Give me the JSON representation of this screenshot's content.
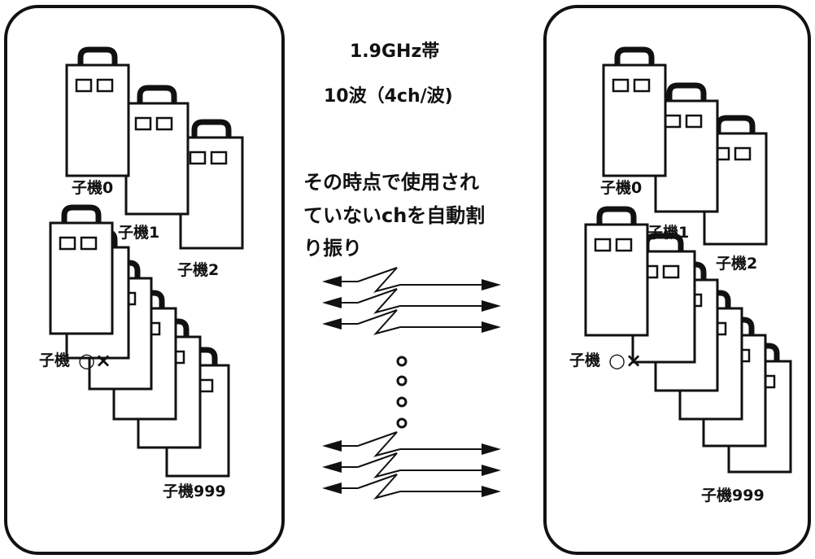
{
  "band": {
    "line1": "1.9GHz帯",
    "line2": "10波（4ch/波)"
  },
  "assignment": {
    "line1": "その時点で使用され",
    "line2": "ていないchを自動割",
    "line3": "り振り"
  },
  "left_group": {
    "unit0": "子機0",
    "unit1": "子機1",
    "unit2": "子機2",
    "unit_x_prefix": "子機",
    "unit_x_suffix": "○×",
    "unit999": "子機999"
  },
  "right_group": {
    "unit0": "子機0",
    "unit1": "子機1",
    "unit2": "子機2",
    "unit_x_prefix": "子機",
    "unit_x_suffix": "○×",
    "unit999": "子機999"
  },
  "colors": {
    "stroke": "#111111",
    "background": "#ffffff"
  }
}
